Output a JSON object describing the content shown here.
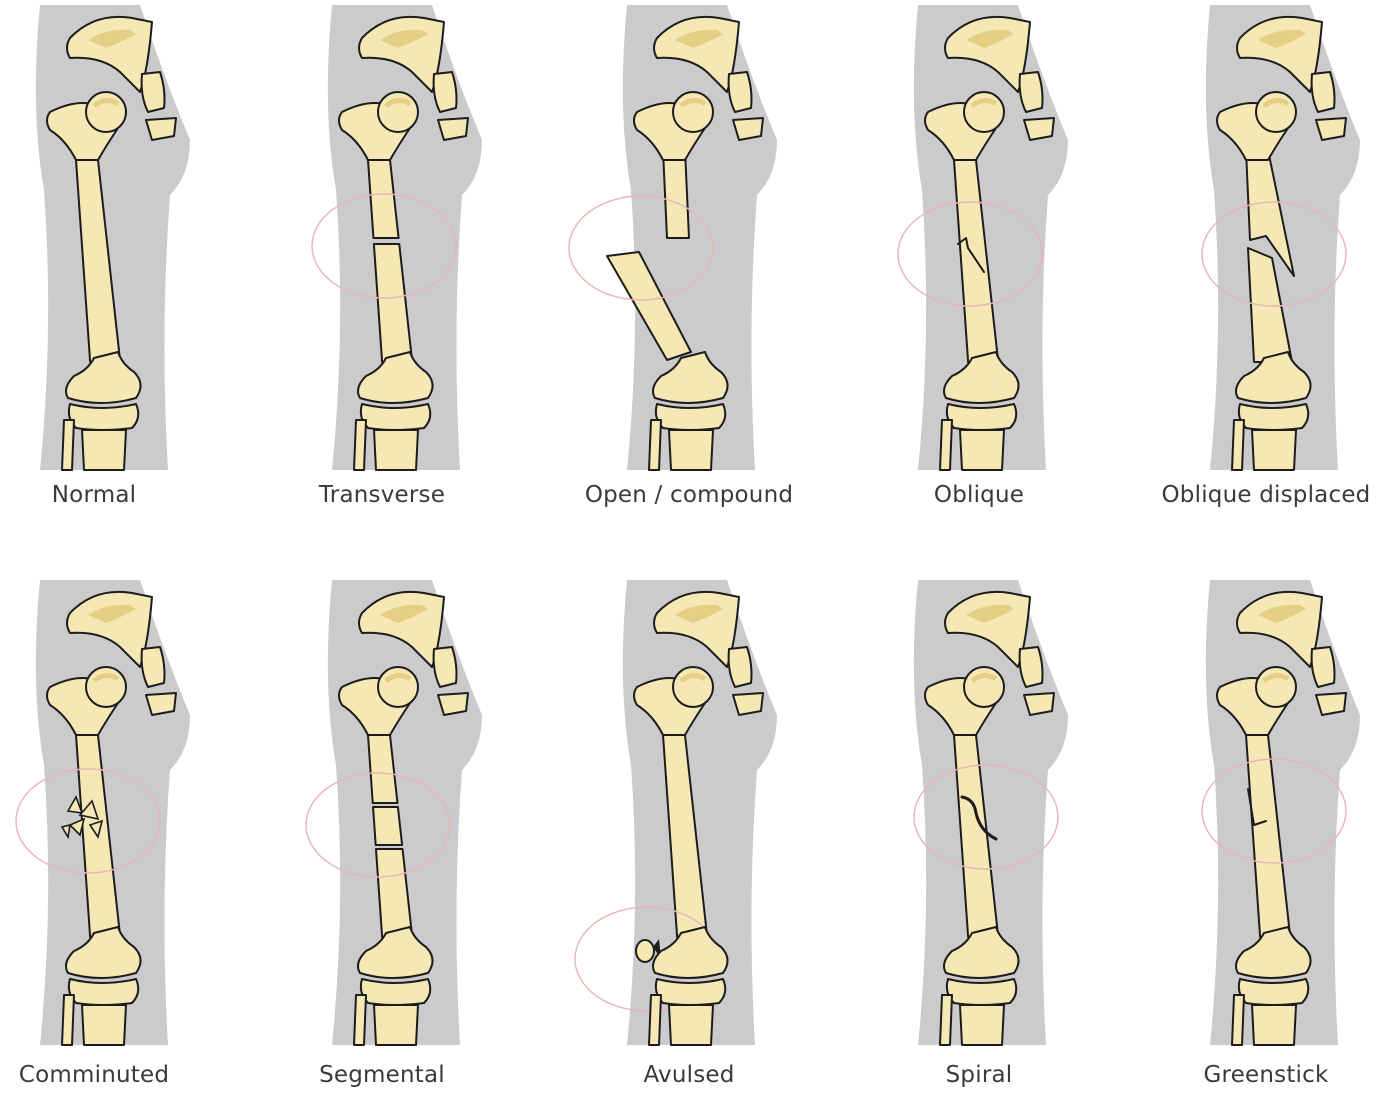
{
  "panels": [
    {
      "id": "normal",
      "label": "Normal",
      "fracture": "none"
    },
    {
      "id": "transverse",
      "label": "Transverse",
      "fracture": "transverse"
    },
    {
      "id": "open-compound",
      "label": "Open / compound",
      "fracture": "open"
    },
    {
      "id": "oblique",
      "label": "Oblique",
      "fracture": "oblique"
    },
    {
      "id": "oblique-displaced",
      "label": "Oblique displaced",
      "fracture": "oblique-displaced"
    },
    {
      "id": "comminuted",
      "label": "Comminuted",
      "fracture": "comminuted"
    },
    {
      "id": "segmental",
      "label": "Segmental",
      "fracture": "segmental"
    },
    {
      "id": "avulsed",
      "label": "Avulsed",
      "fracture": "avulsed"
    },
    {
      "id": "spiral",
      "label": "Spiral",
      "fracture": "spiral"
    },
    {
      "id": "greenstick",
      "label": "Greenstick",
      "fracture": "greenstick"
    }
  ],
  "colors": {
    "background": "#ffffff",
    "leg_silhouette": "#cbcbcd",
    "bone_fill": "#f6e8b4",
    "bone_shade": "#e4cf85",
    "bone_outline": "#1c1c1c",
    "highlight_circle": "#e9b4b8",
    "label": "#3a3a3a"
  }
}
